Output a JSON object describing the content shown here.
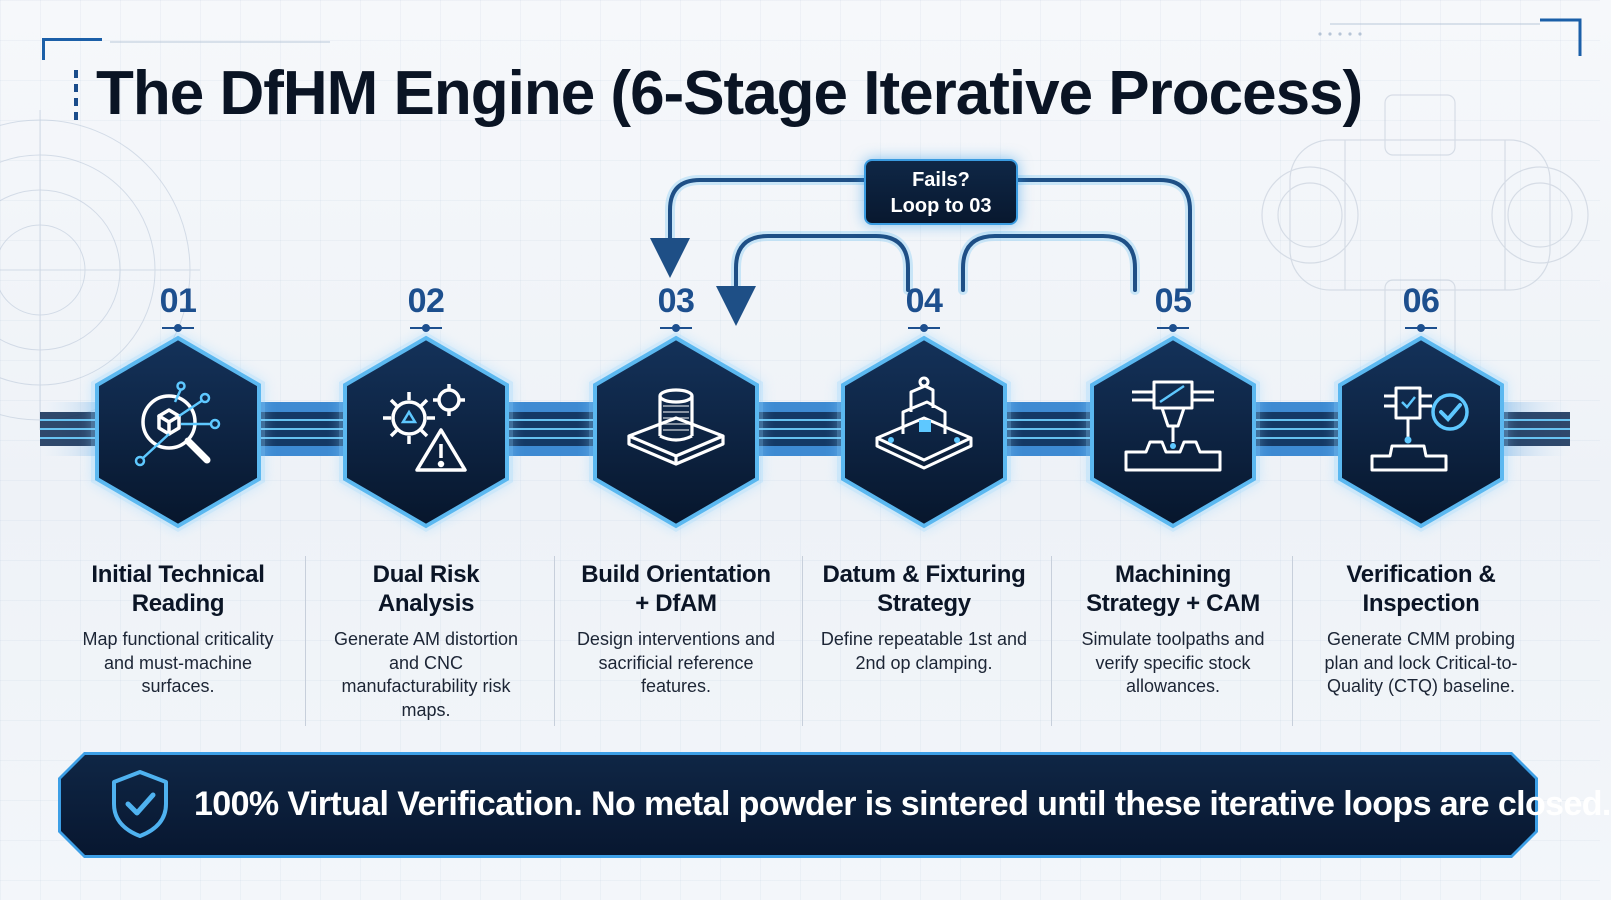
{
  "title": "The DfHM Engine (6-Stage Iterative Process)",
  "loop_label": {
    "line1": "Fails?",
    "line2": "Loop to 03"
  },
  "stages": [
    {
      "number": "01",
      "title_l1": "Initial Technical",
      "title_l2": "Reading",
      "desc": "Map functional criticality and must-machine surfaces.",
      "icon": "magnifier-cube-icon"
    },
    {
      "number": "02",
      "title_l1": "Dual Risk",
      "title_l2": "Analysis",
      "desc": "Generate AM distortion and CNC manufacturability risk maps.",
      "icon": "gears-warning-icon"
    },
    {
      "number": "03",
      "title_l1": "Build Orientation",
      "title_l2": "+ DfAM",
      "desc": "Design interventions and sacrificial reference features.",
      "icon": "cylinder-build-plate-icon"
    },
    {
      "number": "04",
      "title_l1": "Datum & Fixturing",
      "title_l2": "Strategy",
      "desc": "Define repeatable 1st and 2nd op clamping.",
      "icon": "fixture-clamp-icon"
    },
    {
      "number": "05",
      "title_l1": "Machining",
      "title_l2": "Strategy + CAM",
      "desc": "Simulate toolpaths and verify specific stock allowances.",
      "icon": "cnc-spindle-icon"
    },
    {
      "number": "06",
      "title_l1": "Verification &",
      "title_l2": "Inspection",
      "desc": "Generate CMM probing plan and lock Critical-to-Quality (CTQ) baseline.",
      "icon": "cmm-probe-check-icon"
    }
  ],
  "banner": {
    "text": "100% Virtual Verification. No metal powder is sintered until these iterative loops are closed.",
    "icon": "shield-check-icon"
  },
  "colors": {
    "accent": "#3a9be0",
    "navy": "#0b1e3a",
    "number": "#1d4f8e"
  }
}
